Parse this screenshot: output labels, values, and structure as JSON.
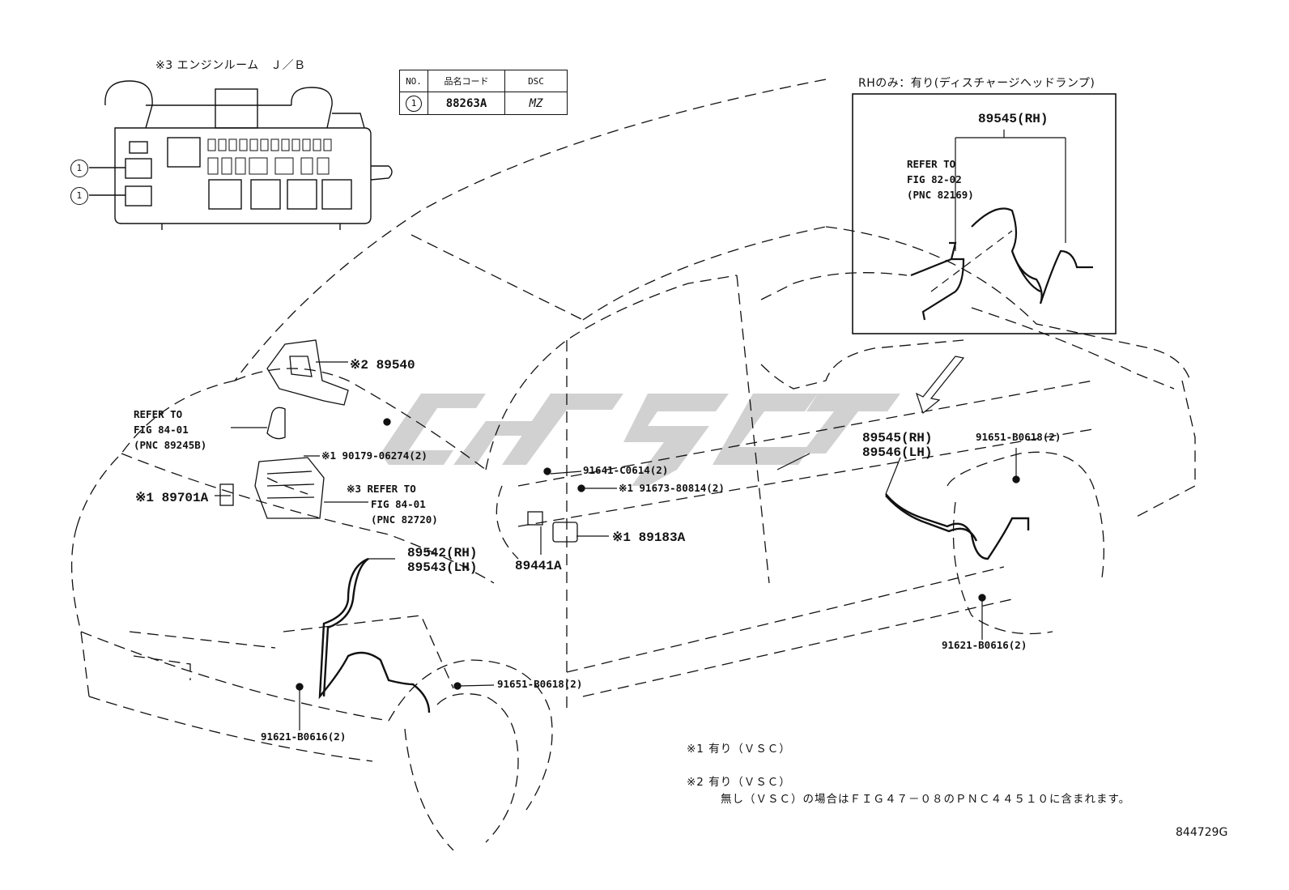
{
  "jb": {
    "title": "※3 エンジンルーム　Ｊ／Ｂ",
    "callout_1": "1",
    "callout_2": "1"
  },
  "code_table": {
    "headers": [
      "NO.",
      "品名コード",
      "DSC"
    ],
    "rows": [
      {
        "no": "1",
        "code": "88263A",
        "dsc": "MZ"
      }
    ]
  },
  "inset": {
    "title": "RHのみ：有り(ディスチャージヘッドランプ)",
    "part": "89545(RH)",
    "refer": [
      "REFER TO",
      "FIG 82-02",
      "(PNC 82169)"
    ]
  },
  "labels": {
    "p89540": "※2 89540",
    "refer_a": [
      "REFER TO",
      "FIG 84-01",
      "(PNC 89245B)"
    ],
    "p90179": "※1 90179-06274(2)",
    "p89701a": "※1 89701A",
    "refer_b": [
      "※3 REFER TO",
      "FIG 84-01",
      "(PNC 82720)"
    ],
    "p89542": "89542(RH)",
    "p89543": "89543(LH)",
    "p91641": "91641-C0614(2)",
    "p91673": "※1 91673-80814(2)",
    "p89183a": "※1 89183A",
    "p89441a": "89441A",
    "p89545": "89545(RH)",
    "p89546": "89546(LH)",
    "p91651_r": "91651-B0618(2)",
    "p91621_r": "91621-B0616(2)",
    "p91651_f": "91651-B0618(2)",
    "p91621_f": "91621-B0616(2)"
  },
  "notes": {
    "n1": "※1 有り（ＶＳＣ）",
    "n2a": "※2 有り（ＶＳＣ）",
    "n2b": "無し（ＶＳＣ）の場合はＦＩＧ４７－０８のＰＮＣ４４５１０に含まれます。"
  },
  "figure_id": "844729G"
}
